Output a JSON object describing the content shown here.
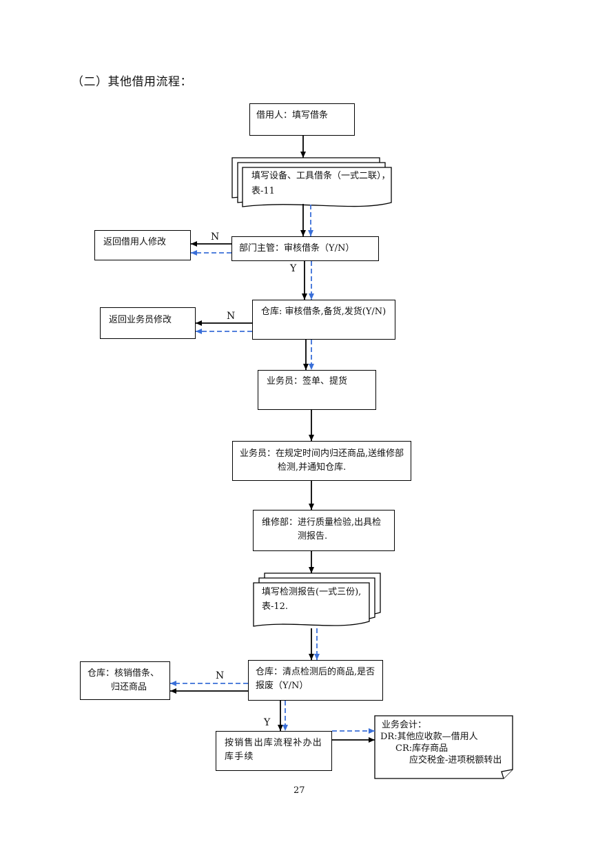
{
  "heading": "（二）其他借用流程：",
  "page_number": "27",
  "nodes": {
    "n1": "借用人：填写借条",
    "n2": [
      "填写设备、工具借条（一式二联），",
      "表-11"
    ],
    "n3": "部门主管：审核借条（Y/N）",
    "n3_reject": "返回借用人修改",
    "n4": "仓库: 审核借条,备货,发货(Y/N)",
    "n4_reject": "返回业务员修改",
    "n5": "业务员：签单、提货",
    "n6": [
      "业务员：在规定时间内归还商品,送维修部",
      "检测,并通知仓库."
    ],
    "n7": [
      "维修部：进行质量检验,出具检",
      "测报告."
    ],
    "n8": [
      "填写检测报告(一式三份),",
      "表-12."
    ],
    "n9": [
      "仓库：清点检测后的商品,是否",
      "报废（Y/N）"
    ],
    "n9_reject": [
      "仓库：核销借条、",
      "归还商品"
    ],
    "n10": [
      "按销售出库流程补办出",
      "库手续"
    ],
    "n11": [
      "业务会计：",
      "DR:其他应收款—借用人",
      "CR:库存商品",
      "应交税金-进项税额转出"
    ]
  },
  "labels": {
    "no": "N",
    "yes": "Y"
  },
  "colors": {
    "line": "#000000",
    "dashed": "#3a6fd8"
  }
}
